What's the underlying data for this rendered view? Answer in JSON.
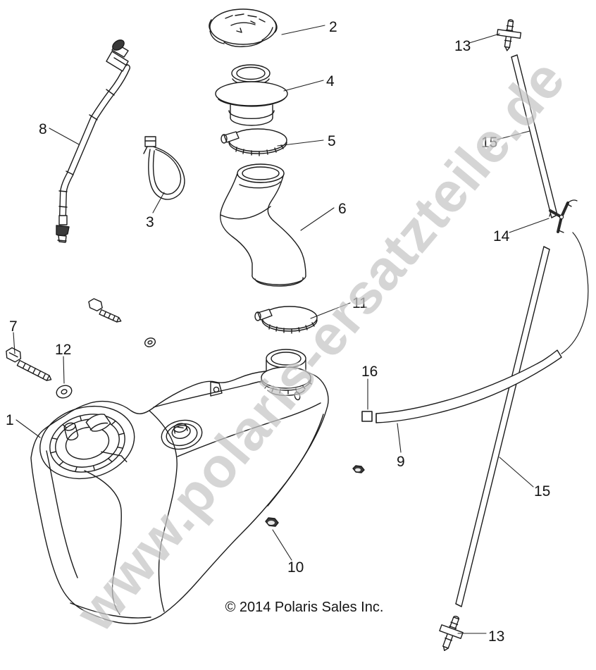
{
  "diagram": {
    "copyright": "© 2014 Polaris Sales Inc.",
    "watermark": "www.polaris-ersatzteile.de",
    "ink_color": "#1c1c1c",
    "watermark_color": "#c6c6c6",
    "callouts": {
      "c1": "1",
      "c2": "2",
      "c3": "3",
      "c4": "4",
      "c5": "5",
      "c6": "6",
      "c7": "7",
      "c8": "8",
      "c9": "9",
      "c10": "10",
      "c11": "11",
      "c12": "12",
      "c13_top": "13",
      "c13_bottom": "13",
      "c14": "14",
      "c15_top": "15",
      "c15_bottom": "15",
      "c16": "16"
    }
  }
}
